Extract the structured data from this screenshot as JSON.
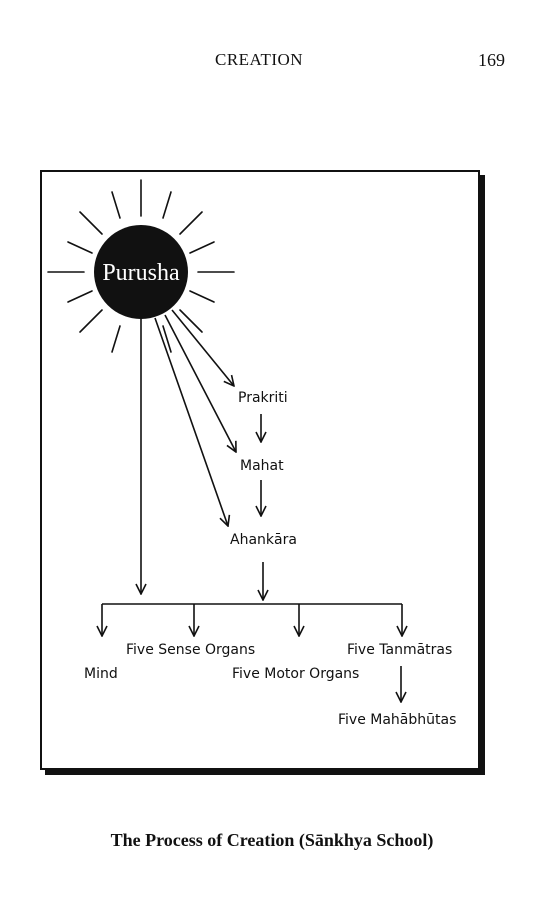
{
  "header": {
    "running_title": "CREATION",
    "page_number": "169"
  },
  "diagram": {
    "source": "Purusha",
    "nodes": {
      "prakriti": "Prakriti",
      "mahat": "Mahat",
      "ahankara": "Ahankāra",
      "mind": "Mind",
      "five_sense_organs": "Five Sense Organs",
      "five_motor_organs": "Five Motor Organs",
      "five_tanmatras": "Five Tanmātras",
      "five_mahabhutas": "Five Mahābhūtas"
    }
  },
  "caption": "The Process of Creation (Sānkhya School)"
}
